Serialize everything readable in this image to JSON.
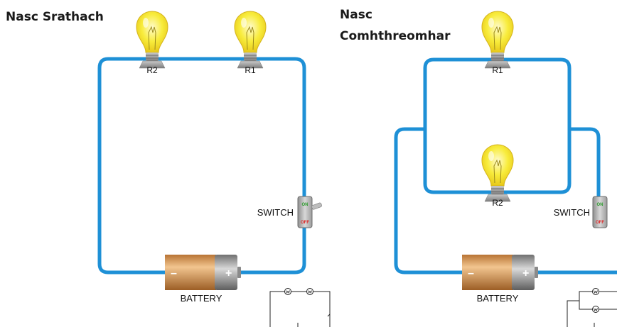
{
  "series_circuit": {
    "title": "Nasc Srathach",
    "bulb_labels": [
      "R2",
      "R1"
    ],
    "switch_label": "SWITCH",
    "switch_on": "ON",
    "switch_off": "OFF",
    "battery_label": "BATTERY",
    "battery_minus": "–",
    "battery_plus": "+"
  },
  "parallel_circuit": {
    "title_line1": "Nasc",
    "title_line2": "Comhthreomhar",
    "bulb_labels": [
      "R1",
      "R2"
    ],
    "switch_label": "SWITCH",
    "switch_on": "ON",
    "switch_off": "OFF",
    "battery_label": "BATTERY",
    "battery_minus": "–",
    "battery_plus": "+"
  },
  "colors": {
    "wire": "#1e90d6",
    "bulb_glass": "#f6e83a",
    "battery_copper": "#c98b4a",
    "battery_cap": "#8a8a8a"
  }
}
